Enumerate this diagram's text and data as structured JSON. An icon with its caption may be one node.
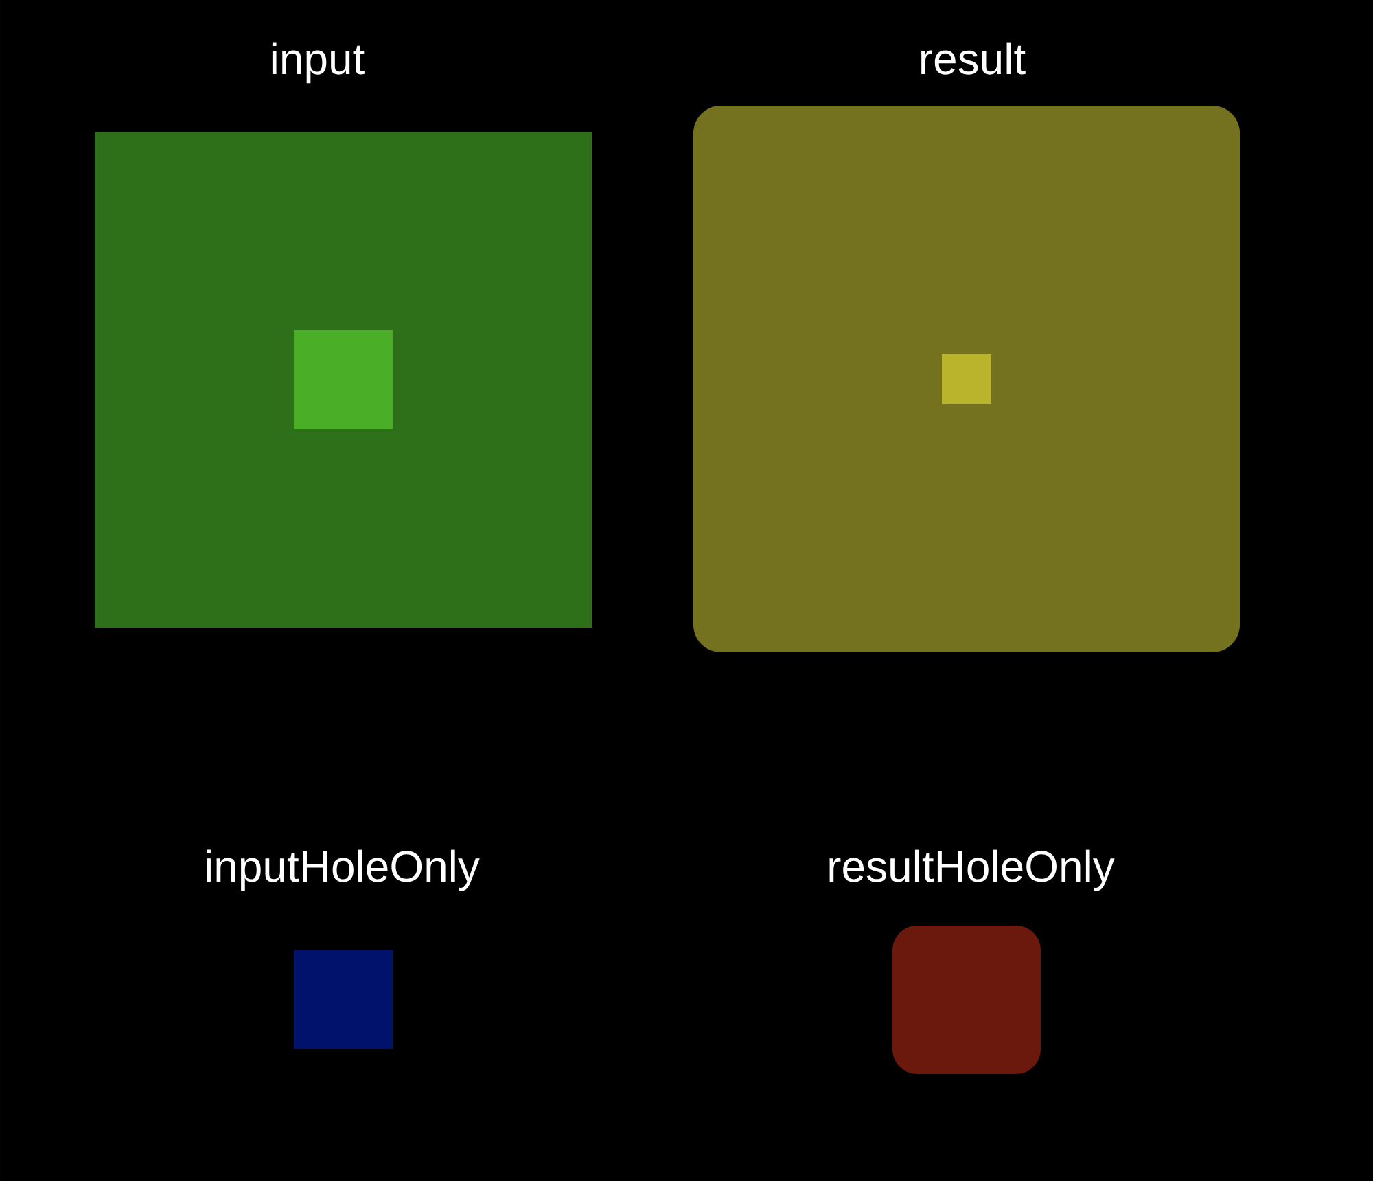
{
  "diagram": {
    "nodes": [
      {
        "text": [
          "input"
        ]
      },
      {
        "text": [],
        "shape": "box",
        "in": 0
      },
      {
        "text": [
          "result"
        ]
      },
      {
        "text": [],
        "shape": "box",
        "in": 2
      },
      {
        "text": [
          "inputHoleOnly"
        ]
      },
      {
        "text": [
          "resultHoleOnly"
        ]
      }
    ]
  }
}
